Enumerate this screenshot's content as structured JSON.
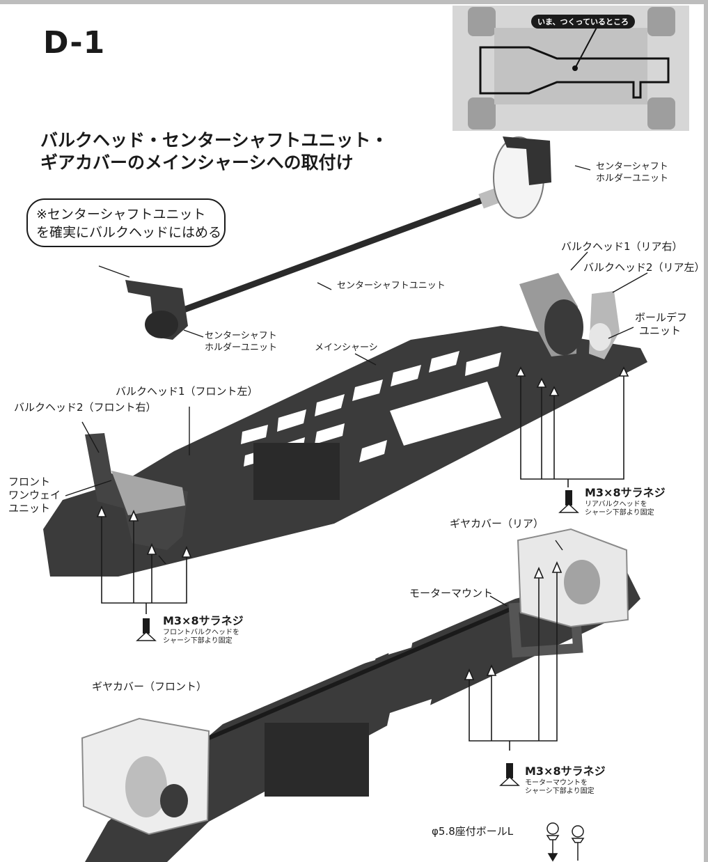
{
  "step_id": "D-1",
  "heading": {
    "line1": "バルクヘッド・センターシャフトユニット・",
    "line2": "ギアカバーのメインシャーシへの取付け"
  },
  "now_building": "いま、つくっているところ",
  "note_bubble": {
    "line1": "※センターシャフトユニット",
    "line2": "を確実にバルクヘッドにはめる"
  },
  "labels": {
    "cs_holder_top_1": "センターシャフト",
    "cs_holder_top_2": "ホルダーユニット",
    "cs_unit": "センターシャフトユニット",
    "cs_holder_bottom_1": "センターシャフト",
    "cs_holder_bottom_2": "ホルダーユニット",
    "bulkhead1_rear_right": "バルクヘッド1（リア右）",
    "bulkhead2_rear_left": "バルクヘッド2（リア左）",
    "ball_diff_1": "ボールデフ",
    "ball_diff_2": "ユニット",
    "main_chassis": "メインシャーシ",
    "bulkhead1_front_left": "バルクヘッド1（フロント左）",
    "bulkhead2_front_right": "バルクヘッド2（フロント右）",
    "front_oneway_1": "フロント",
    "front_oneway_2": "ワンウェイ",
    "front_oneway_3": "ユニット",
    "gear_cover_rear": "ギヤカバー（リア）",
    "motor_mount": "モーターマウント",
    "gear_cover_front": "ギヤカバー（フロント）",
    "ball_58": "φ5.8座付ボールL"
  },
  "screws": [
    {
      "name": "M3×8サラネジ",
      "note1": "リアバルクヘッドを",
      "note2": "シャーシ下部より固定"
    },
    {
      "name": "M3×8サラネジ",
      "note1": "フロントバルクヘッドを",
      "note2": "シャーシ下部より固定"
    },
    {
      "name": "M3×8サラネジ",
      "note1": "モーターマウントを",
      "note2": "シャーシ下部より固定"
    }
  ]
}
